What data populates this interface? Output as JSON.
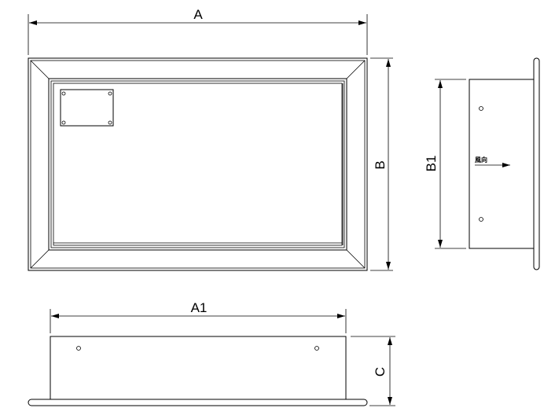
{
  "dimensions": {
    "a": "A",
    "b": "B",
    "b1": "B1",
    "a1": "A1",
    "c": "C"
  },
  "side_view": {
    "direction_label": "風向"
  }
}
